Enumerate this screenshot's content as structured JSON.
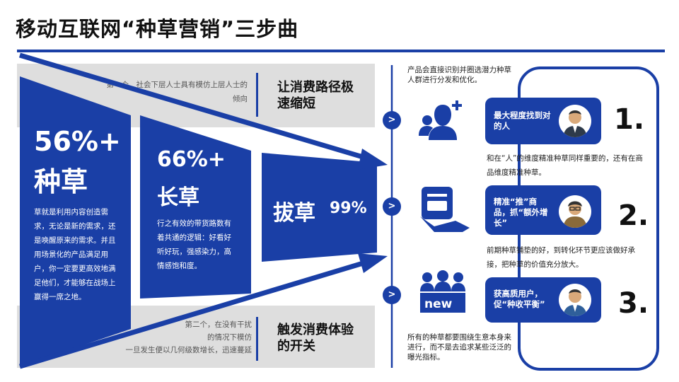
{
  "title": "移动互联网“种草营销”三步曲",
  "top_note": "第一个，社会下层人士具有模仿上层人士的倾向",
  "top_head": "让消费路径极速缩短",
  "bottom_note_1": "第二个，在没有干扰",
  "bottom_note_2": "的情况下模仿",
  "bottom_note_3": "一旦发生便以几何级数增长，迅速蔓延",
  "bottom_head": "触发消费体验的开关",
  "panel1": {
    "stat": "56%+",
    "label": "种草",
    "text": "草就是利用内容创造需求，无论是新的需求，还是唤醒原来的需求。并且用场景化的产品满足用户，你一定要更高效地满足他们，才能够在战场上赢得一席之地。"
  },
  "panel2": {
    "stat": "66%+",
    "label": "长草",
    "text": "行之有效的带货路数有着共通的逻辑：好看好听好玩，强感染力，高情感饱和度。"
  },
  "panel3": {
    "label": "拔草",
    "stat": "99%"
  },
  "right_top_text": "产品会直接识别并圈选潜力种草人群进行分发和优化。",
  "right_bottom_text": "所有的种草都要围绕生意本身来进行，而不是去追求某些泛泛的曝光指标。",
  "steps": [
    {
      "chevron": ">",
      "pill": "最大程度找到对的人",
      "num": "1.",
      "desc": "和在“人”的维度精准种草同样重要的，还有在商品维度精准种草。"
    },
    {
      "chevron": ">",
      "pill": "精准“推”商品，抓“额外增长”",
      "num": "2.",
      "desc": "前期种草铺垫的好，到转化环节更应该做好承接，把种草的价值充分放大。"
    },
    {
      "chevron": ">",
      "pill": "获高质用户，促“种收平衡”",
      "num": "3.",
      "desc": ""
    }
  ],
  "icon3_label": "new",
  "colors": {
    "accent": "#1a3fa6",
    "grey": "#dedede"
  }
}
